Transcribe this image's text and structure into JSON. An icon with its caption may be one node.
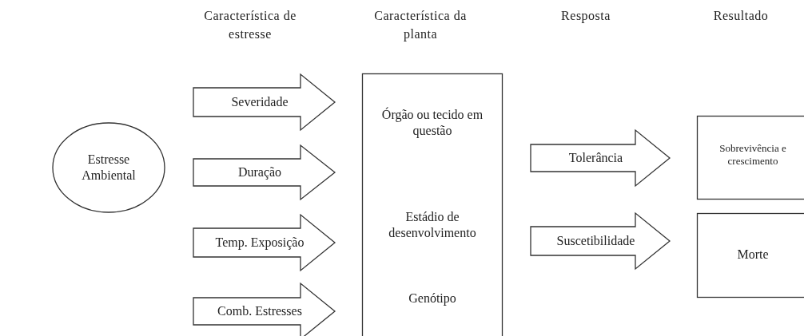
{
  "diagram": {
    "nodes": [
      {
        "text": [
          "Estresse Ambiental"
        ]
      },
      {
        "text": [
          "Órgão ou tecido em questão",
          "Estádio de desenvolvimento",
          "Genótipo"
        ]
      },
      {
        "text": [
          "Sobrevivência e crescimento"
        ]
      },
      {
        "text": [
          "Morte"
        ]
      }
    ],
    "edges": [
      {
        "from": 0,
        "to": 1,
        "arrow": "to",
        "label": "Severidade"
      },
      {
        "from": 0,
        "to": 1,
        "arrow": "to",
        "label": "Duração"
      },
      {
        "from": 0,
        "to": 1,
        "arrow": "to",
        "label": "Temp. Exposição"
      },
      {
        "from": 0,
        "to": 1,
        "arrow": "to",
        "label": "Comb. Estresses"
      },
      {
        "from": 1,
        "to": 2,
        "arrow": "to",
        "label": "Tolerância"
      },
      {
        "from": 1,
        "to": 3,
        "arrow": "to",
        "label": "Suscetibilidade"
      }
    ],
    "labels": [
      "Característica de estresse",
      "Característica da planta",
      "Resposta",
      "Resultado"
    ]
  }
}
